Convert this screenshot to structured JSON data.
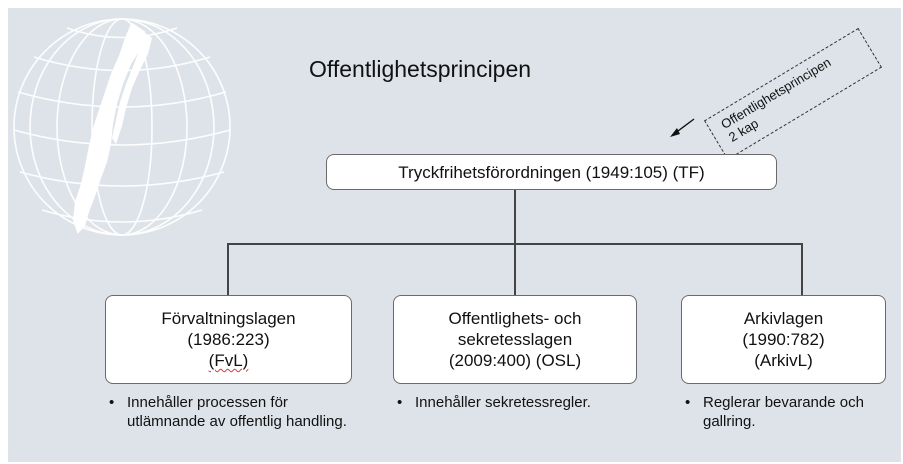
{
  "title": "Offentlighetsprincipen",
  "note": {
    "line1": "Offentlighetsprincipen",
    "line2": "2 kap"
  },
  "top_box": {
    "label": "Tryckfrihetsförordningen (1949:105) (TF)"
  },
  "boxes": [
    {
      "lines": [
        "Förvaltningslagen",
        "(1986:223)",
        "(FvL)"
      ]
    },
    {
      "lines": [
        "Offentlighets- och",
        "sekretesslagen",
        "(2009:400) (OSL)"
      ]
    },
    {
      "lines": [
        "Arkivlagen",
        "(1990:782)",
        "(ArkivL)"
      ]
    }
  ],
  "bullets": [
    "Innehåller processen för utlämnande av offentlig handling.",
    "Innehåller sekretessregler.",
    "Reglerar bevarande och gallring."
  ],
  "colors": {
    "background": "#dee3ea",
    "box_fill": "#ffffff",
    "connector": "#444444"
  }
}
